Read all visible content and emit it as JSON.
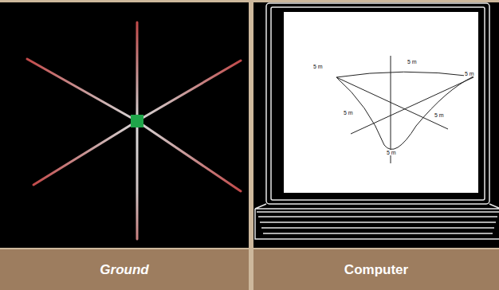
{
  "diagram": {
    "nodes": [
      {
        "text": [
          "Ground"
        ]
      },
      {
        "text": [
          "Computer"
        ]
      }
    ],
    "labels": [
      "5 m",
      "5 m",
      "5 m",
      "5 m",
      "5 m",
      "5 m"
    ]
  }
}
